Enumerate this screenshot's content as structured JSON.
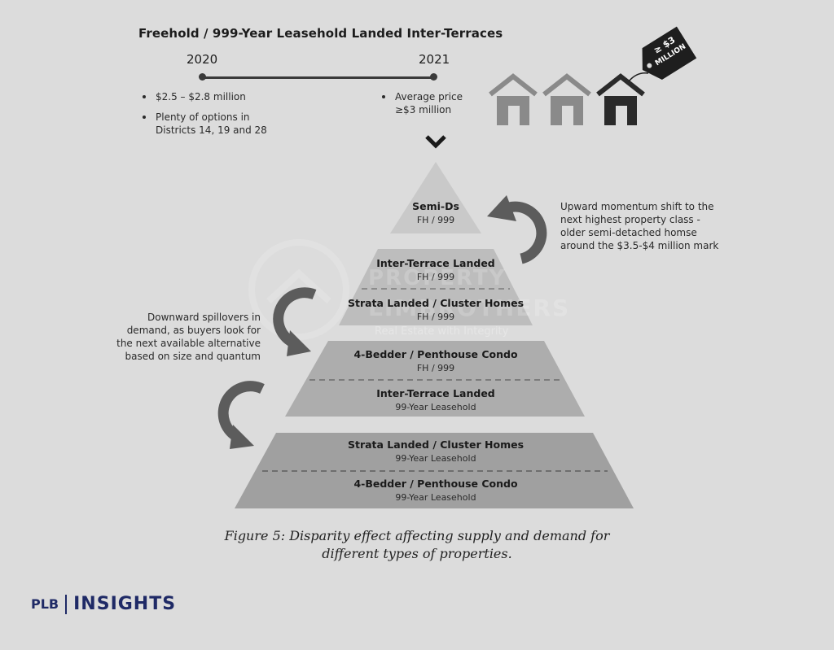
{
  "heading": "Freehold / 999-Year Leasehold Landed Inter-Terraces",
  "timeline": {
    "start_year": "2020",
    "end_year": "2021",
    "left_bullets": [
      "$2.5 – $2.8 million",
      "Plenty of options in Districts 14, 19 and 28"
    ],
    "right_bullets": [
      "Average price ≥$3 million"
    ]
  },
  "price_tag": {
    "line1": "≥ $3",
    "line2": "MILLION"
  },
  "icons": {
    "houses": "house-icon",
    "tag": "price-tag-icon",
    "chevron": "chevron-down-icon",
    "arrows": "curved-arrow-icon"
  },
  "pyramid": {
    "tier1": {
      "title": "Semi-Ds",
      "sub": "FH / 999"
    },
    "tier2a": {
      "title": "Inter-Terrace Landed",
      "sub": "FH / 999"
    },
    "tier2b": {
      "title": "Strata Landed / Cluster Homes",
      "sub": "FH / 999"
    },
    "tier3a": {
      "title": "4-Bedder / Penthouse Condo",
      "sub": "FH / 999"
    },
    "tier3b": {
      "title": "Inter-Terrace Landed",
      "sub": "99-Year Leasehold"
    },
    "tier4a": {
      "title": "Strata Landed / Cluster Homes",
      "sub": "99-Year Leasehold"
    },
    "tier4b": {
      "title": "4-Bedder / Penthouse Condo",
      "sub": "99-Year Leasehold"
    }
  },
  "notes": {
    "upward": [
      "Upward momentum shift to the",
      "next highest property class -",
      "older semi-detached homse",
      "around the $3.5-$4 million mark"
    ],
    "downward": [
      "Downward spillovers in",
      "demand, as buyers look for",
      "the next available alternative",
      "based on size and quantum"
    ]
  },
  "watermark": {
    "line1": "PROPERTY",
    "line2": "LIMBROTHERS",
    "tagline": "Real Estate with Integrity"
  },
  "caption": [
    "Figure 5: Disparity effect affecting supply and demand for",
    "different types of properties."
  ],
  "brand": {
    "plb": "PLB",
    "insights": "INSIGHTS"
  },
  "colors": {
    "background": "#dcdcdc",
    "tier1": "#c9c9c9",
    "tier2": "#bdbdbd",
    "tier3": "#adadad",
    "tier4": "#a0a0a0",
    "arrow": "#5c5c5c",
    "brand": "#1f2a66"
  }
}
